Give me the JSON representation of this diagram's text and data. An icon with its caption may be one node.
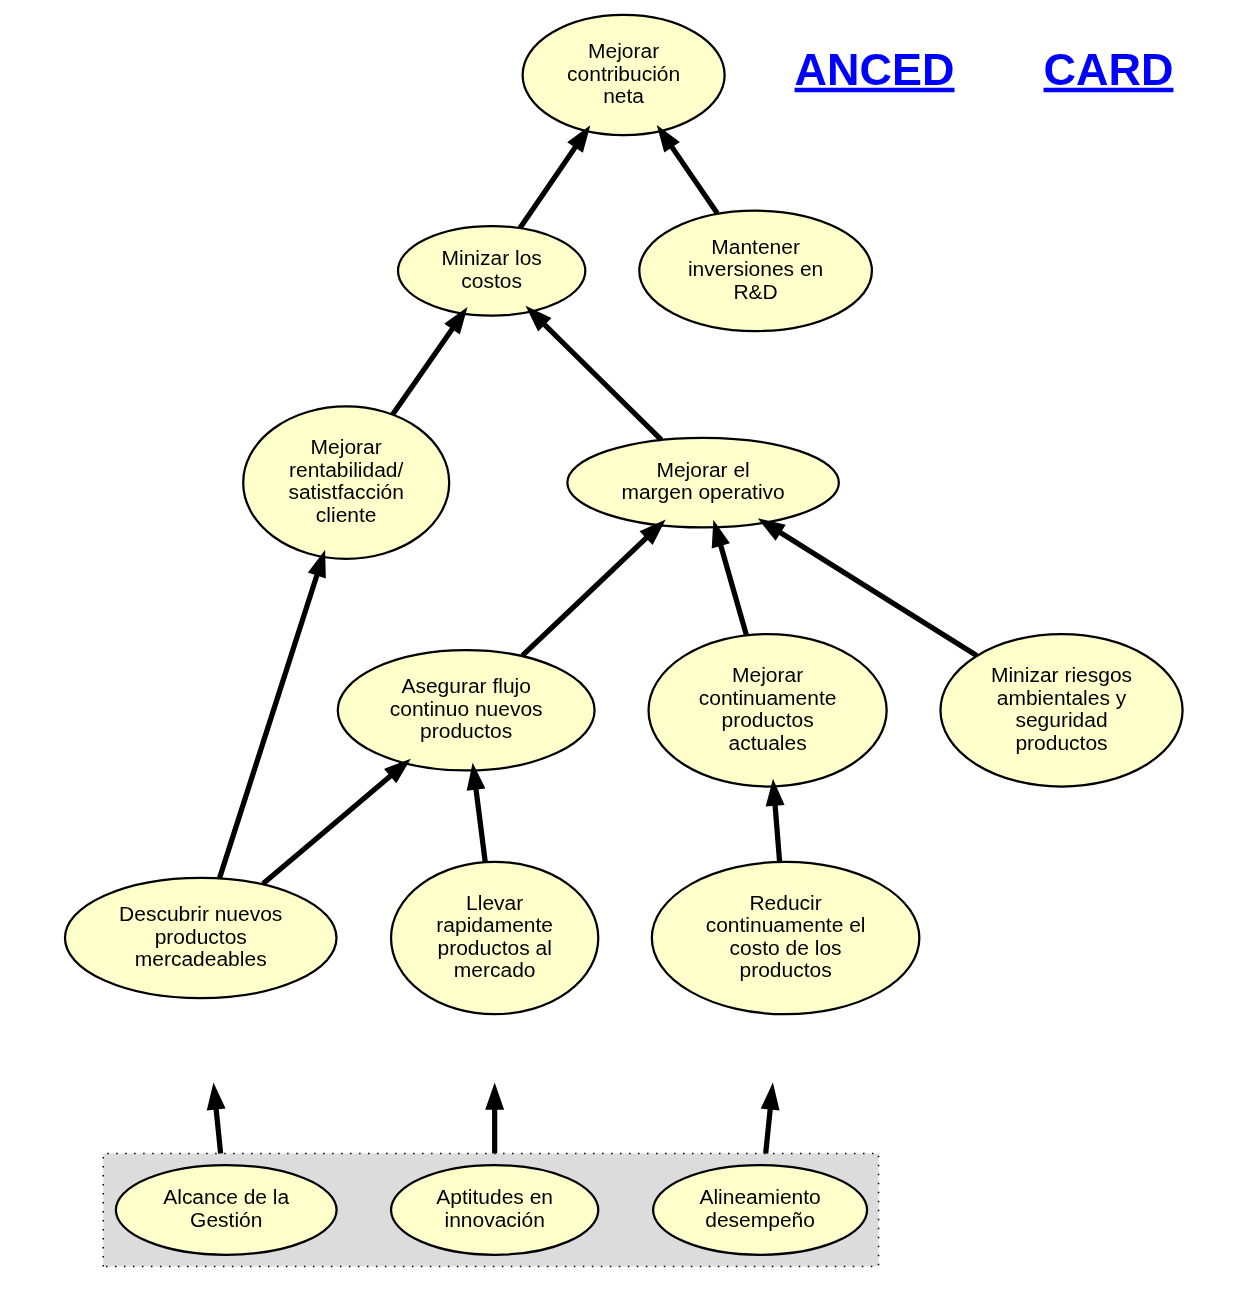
{
  "diagram": {
    "nodes": [
      {
        "text": [
          "Mejorar contribución neta"
        ]
      },
      {
        "text": [
          "Minizar los costos"
        ]
      },
      {
        "text": [
          "Mantener inversiones en R&D"
        ]
      },
      {
        "text": [
          "Mejorar el margen operativo"
        ]
      },
      {
        "text": [
          "Mejorar rentabilidad/ satistfacción cliente"
        ]
      },
      {
        "text": [
          "Asegurar flujo continuo nuevos productos"
        ]
      },
      {
        "text": [
          "Mejorar continuamente productos actuales"
        ]
      },
      {
        "text": [
          "Descubrir nuevos productos mercadeables"
        ]
      },
      {
        "text": [
          "Llevar rapidamente productos al mercado"
        ]
      },
      {
        "text": [
          "Reducir continuamente el costo de los productos"
        ]
      },
      {
        "text": [
          "Minizar riesgos ambientales y seguridad productos"
        ]
      },
      {
        "text": [],
        "shape": "box"
      },
      {
        "text": [
          "Alcance de la Gestión"
        ],
        "in": 11
      },
      {
        "text": [
          "Aptitudes en innovación"
        ],
        "in": 11
      },
      {
        "text": [
          "Alineamiento",
          "desempeño"
        ],
        "in": 11
      }
    ],
    "edges": [
      {
        "from": 1,
        "to": 0,
        "arrow": "to"
      },
      {
        "from": 2,
        "to": 0,
        "arrow": "to"
      },
      {
        "from": 3,
        "to": 1,
        "arrow": "to"
      },
      {
        "from": 4,
        "to": 1,
        "arrow": "to"
      },
      {
        "from": 5,
        "to": 3,
        "arrow": "to"
      },
      {
        "from": 6,
        "to": 3,
        "arrow": "to"
      },
      {
        "from": 10,
        "to": 3,
        "arrow": "to"
      },
      {
        "from": 7,
        "to": 4,
        "arrow": "to"
      },
      {
        "from": 7,
        "to": 5,
        "arrow": "to"
      },
      {
        "from": 8,
        "to": 5,
        "arrow": "to"
      },
      {
        "from": 9,
        "to": 6,
        "arrow": "to"
      },
      {
        "from": 11,
        "to": null,
        "arrow": "to"
      },
      {
        "from": 11,
        "to": null,
        "arrow": "to"
      },
      {
        "from": 11,
        "to": null,
        "arrow": "to"
      }
    ],
    "labels": [
      "ANCED",
      "CARD"
    ]
  }
}
